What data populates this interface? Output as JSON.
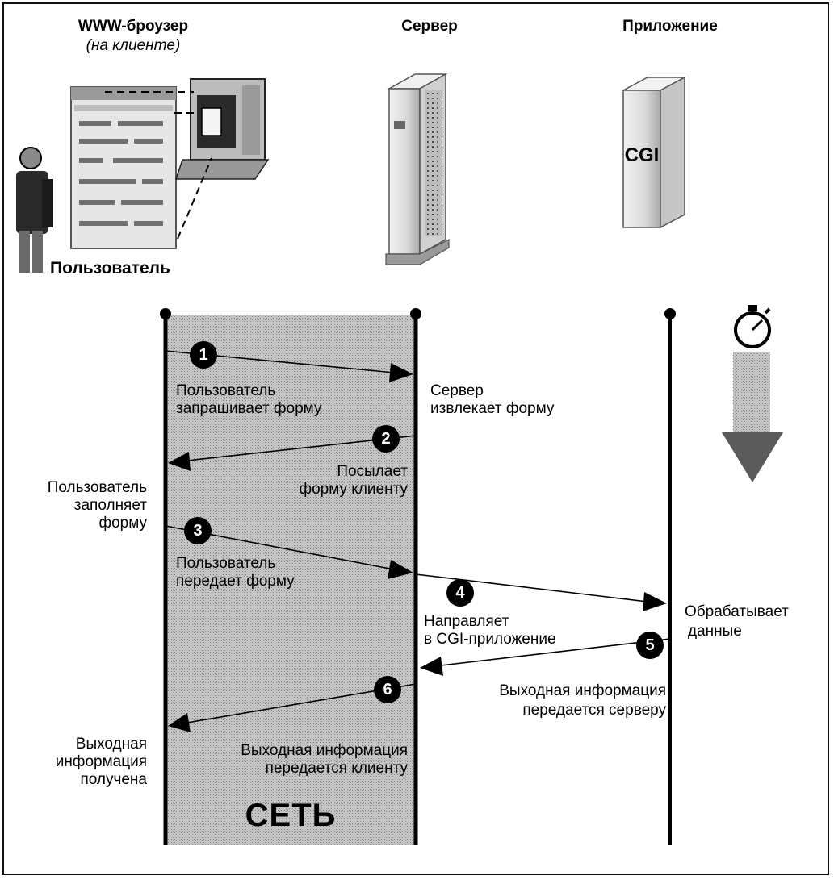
{
  "headers": {
    "browser": "WWW-броузер",
    "browser_sub": "(на клиенте)",
    "server": "Сервер",
    "application": "Приложение"
  },
  "user_label": "Пользователь",
  "cgi_label": "CGI",
  "network_label": "СЕТЬ",
  "steps": [
    {
      "num": "1",
      "line1": "Пользователь",
      "line2": "запрашивает форму"
    },
    {
      "num": "2",
      "line1": "Посылает",
      "line2": "форму клиенту"
    },
    {
      "num": "3",
      "line1": "Пользователь",
      "line2": "передает форму"
    },
    {
      "num": "4",
      "line1": "Направляет",
      "line2": "в CGI-приложение"
    },
    {
      "num": "5",
      "line1": "Выходная информация",
      "line2": "передается серверу"
    },
    {
      "num": "6",
      "line1": "Выходная информация",
      "line2": "передается клиенту"
    }
  ],
  "notes": {
    "server_extracts": {
      "line1": "Сервер",
      "line2": "извлекает форму"
    },
    "user_fills": {
      "line1": "Пользователь",
      "line2": "заполняет",
      "line3": "форму"
    },
    "app_processes": {
      "line1": "Обрабатывает",
      "line2": "данные"
    },
    "output_received": {
      "line1": "Выходная",
      "line2": "информация",
      "line3": "получена"
    }
  },
  "icons": [
    "user-icon",
    "monitor-icon",
    "browser-window-icon",
    "server-tower-icon",
    "app-tower-icon",
    "stopwatch-icon",
    "time-arrow-icon"
  ]
}
